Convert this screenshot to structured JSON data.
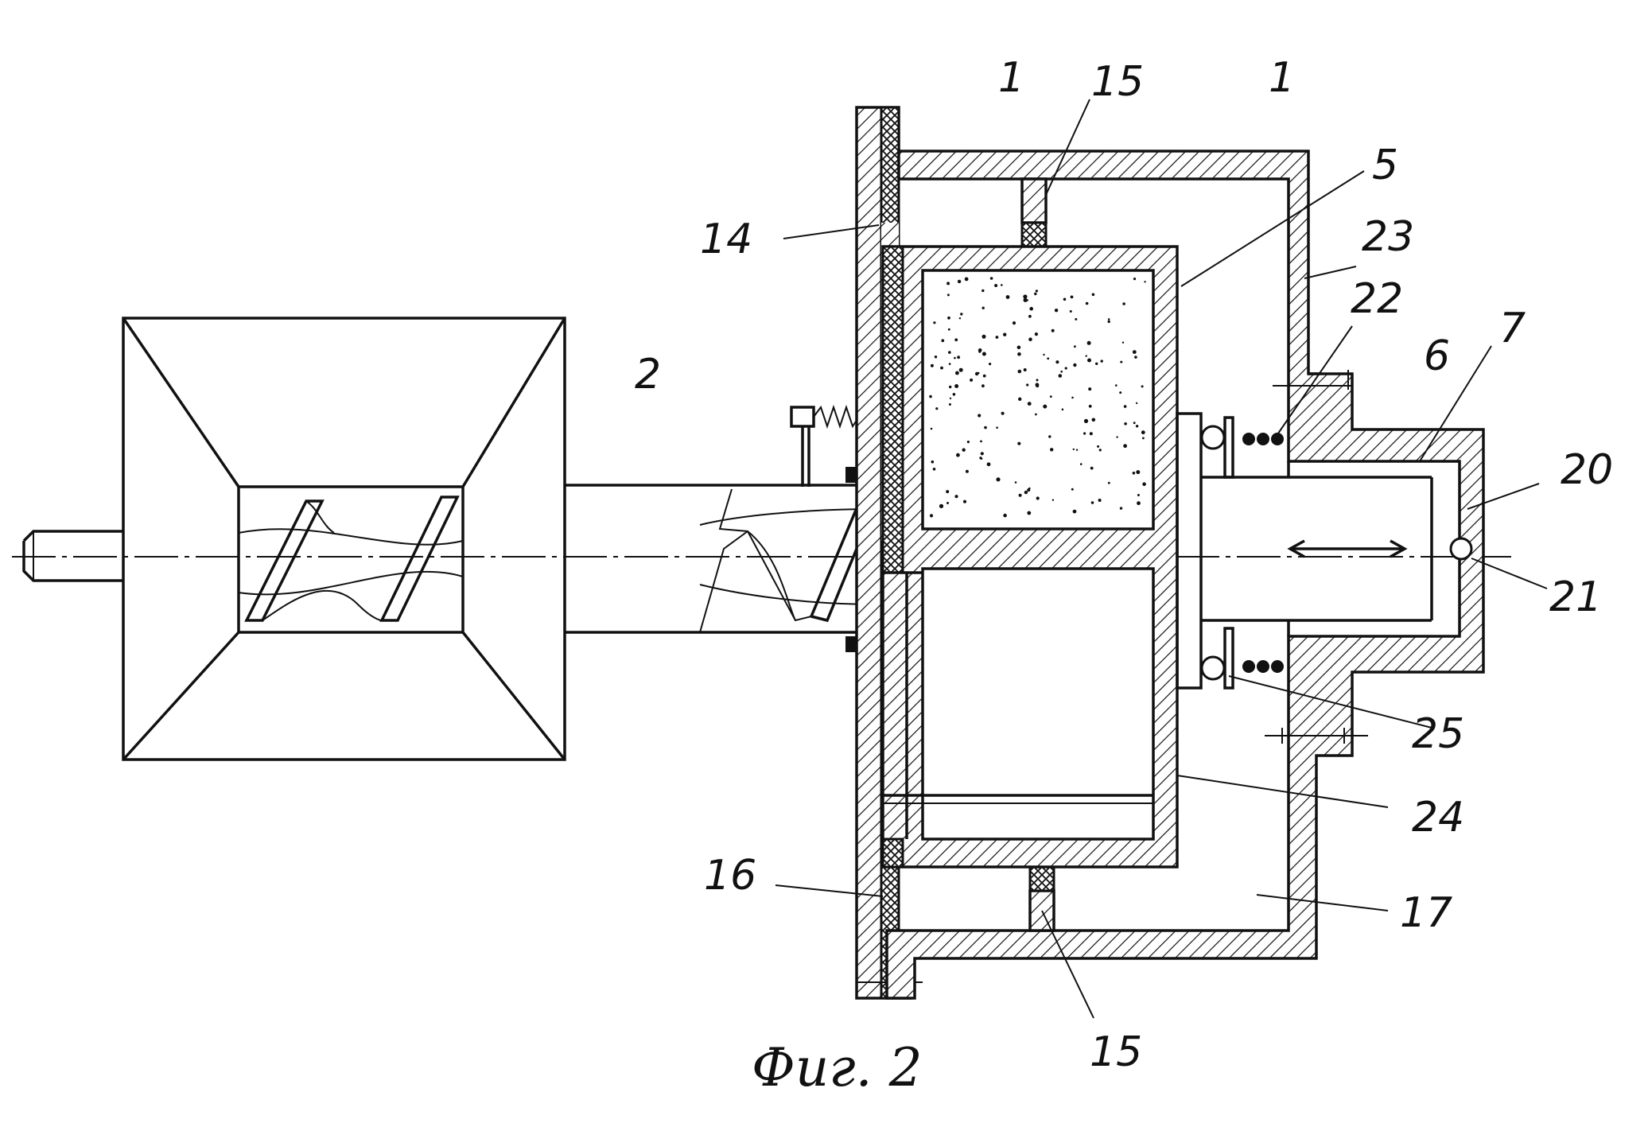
{
  "labels": {
    "n1a": "1",
    "n15a": "15",
    "n1b": "1",
    "n5": "5",
    "n14": "14",
    "n23": "23",
    "n22": "22",
    "n2": "2",
    "n6": "6",
    "n7": "7",
    "n20": "20",
    "n21": "21",
    "n25": "25",
    "n24": "24",
    "n16": "16",
    "n17": "17",
    "n15b": "15"
  },
  "caption": "Фиг. 2",
  "colors": {
    "ink": "#111111",
    "paper": "#ffffff"
  }
}
